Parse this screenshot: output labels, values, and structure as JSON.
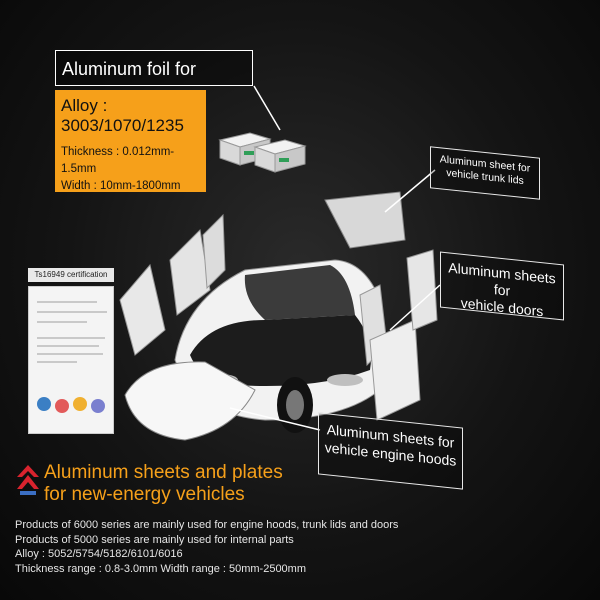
{
  "foil": {
    "title": "Aluminum foil for battery cells",
    "alloy": "Alloy : 3003/1070/1235",
    "thickness": "Thickness : 0.012mm-1.5mm",
    "width": "Width : 10mm-1800mm"
  },
  "callouts": {
    "trunk_line1": "Aluminum sheet for",
    "trunk_line2": "vehicle trunk lids",
    "doors_line1": "Aluminum sheets for",
    "doors_line2": "vehicle doors",
    "hoods_line1": "Aluminum sheets for",
    "hoods_line2": "vehicle engine hoods"
  },
  "certificate": {
    "label": "Ts16949 certification"
  },
  "bottom": {
    "title_line1": "Aluminum sheets and plates",
    "title_line2": "for new-energy vehicles",
    "desc": [
      "Products of 6000 series are mainly used for engine hoods, trunk lids and doors",
      "Products of 5000 series are mainly used for internal parts",
      "Alloy : 5052/5754/5182/6101/6016",
      "Thickness range : 0.8-3.0mm   Width range : 50mm-2500mm"
    ]
  },
  "colors": {
    "accent": "#f6a01a",
    "brand_red": "#d9232e"
  }
}
